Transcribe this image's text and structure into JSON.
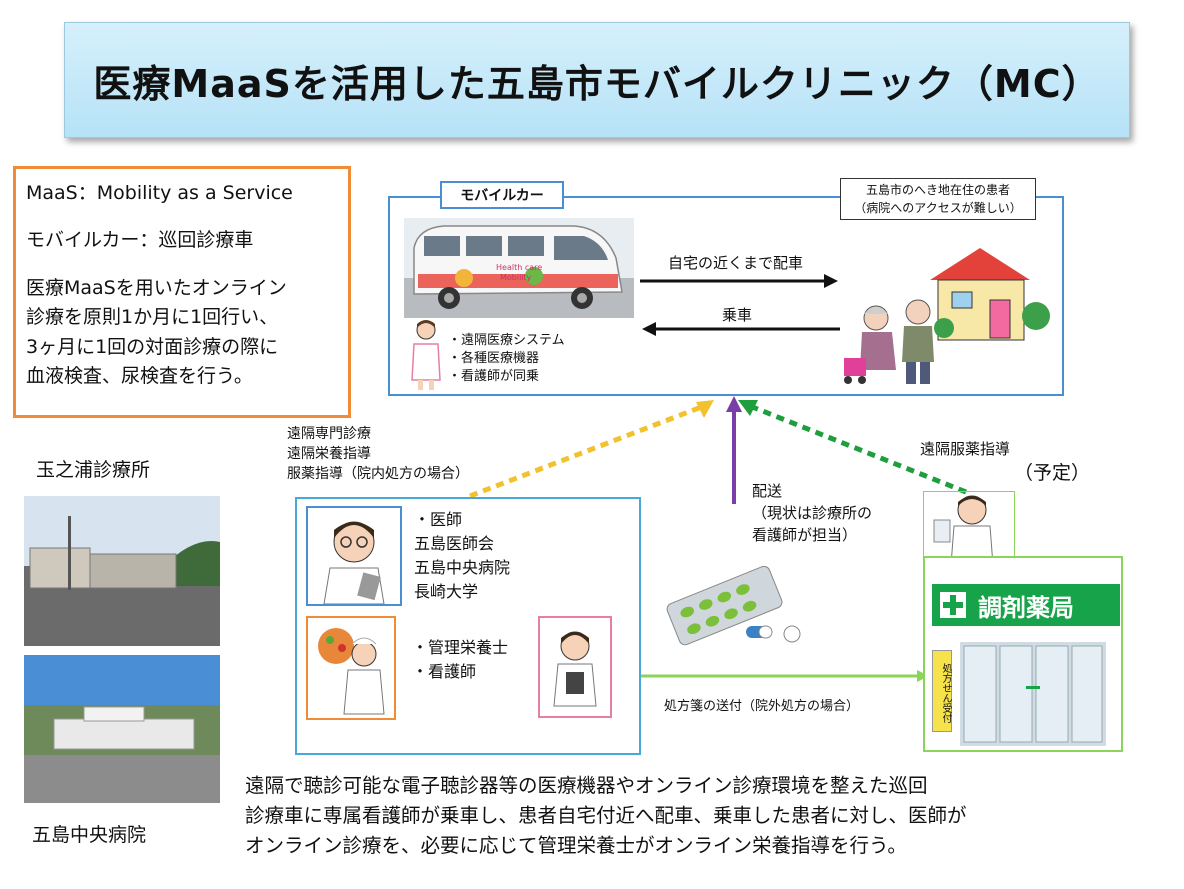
{
  "title": "医療MaaSを活用した五島市モバイルクリニック（MC）",
  "definitions": {
    "maas": "MaaS：Mobility as a Service",
    "mobile_car": "モバイルカー：巡回診療車",
    "desc_lines": [
      "医療MaaSを用いたオンライン",
      "診療を原則1か月に1回行い、",
      "3ヶ月に1回の対面診療の際に",
      "血液検査、尿検査を行う。"
    ]
  },
  "mobile_car": {
    "tag": "モバイルカー",
    "van_text": [
      "Health care",
      "Mobility"
    ],
    "equipment": [
      "・遠隔医療システム",
      "・各種医療機器",
      "・看護師が同乗"
    ],
    "arrow_right_label": "自宅の近くまで配車",
    "arrow_left_label": "乗車"
  },
  "patient": {
    "lines": [
      "五島市のへき地在住の患者",
      "（病院へのアクセスが難しい）"
    ]
  },
  "facilities": [
    {
      "caption": "玉之浦診療所"
    },
    {
      "caption": "五島中央病院"
    }
  ],
  "remote_services": [
    "遠隔専門診療",
    "遠隔栄養指導",
    "服薬指導（院内処方の場合）"
  ],
  "clinic": {
    "doctor_lines": [
      "・医師",
      "五島医師会",
      "五島中央病院",
      "長崎大学"
    ],
    "staff_lines": [
      "・管理栄養士",
      "・看護師"
    ]
  },
  "delivery": {
    "lines": [
      "配送",
      "（現状は診療所の",
      "看護師が担当）"
    ]
  },
  "pharmacy": {
    "remote_label": "遠隔服薬指導",
    "planned": "（予定）",
    "sign": "調剤薬局",
    "counter_sign": "処方せん受付",
    "prescription_label": "処方箋の送付（院外処方の場合）"
  },
  "summary_lines": [
    "遠隔で聴診可能な電子聴診器等の医療機器やオンライン診療環境を整えた巡回",
    "診療車に専属看護師が乗車し、患者自宅付近へ配車、乗車した患者に対し、医師が",
    "オンライン診療を、必要に応じて管理栄養士がオンライン栄養指導を行う。"
  ],
  "colors": {
    "accent_orange": "#ef8c35",
    "box_blue": "#4a8fd4",
    "dash_yellow": "#f2c12e",
    "dash_green": "#1f9e3e",
    "arrow_purple": "#7b3ea8",
    "pharmacy_green": "#16a34a",
    "line_green": "#8cd35a"
  }
}
